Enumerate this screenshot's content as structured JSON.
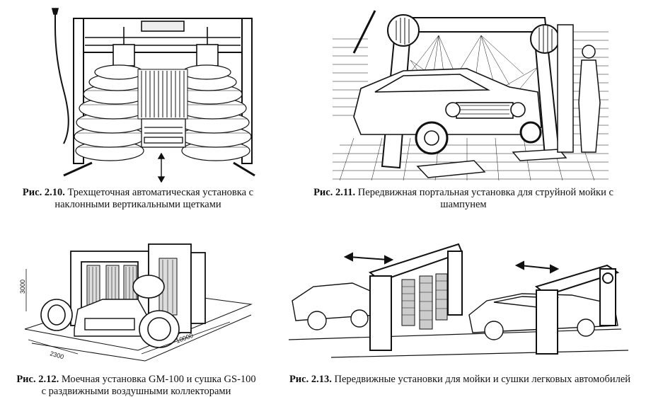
{
  "figures": [
    {
      "number": "Рис. 2.10.",
      "caption": "Трехщеточная автоматическая установка с наклонными вертикальными щетками"
    },
    {
      "number": "Рис. 2.11.",
      "caption": "Передвижная портальная установка для струйной мойки с шампунем"
    },
    {
      "number": "Рис. 2.12.",
      "caption": "Моечная установка GM-100 и сушка GS-100 с раздвижными воздушными коллекторами",
      "dimensions": [
        "2300",
        "10000",
        "3000"
      ]
    },
    {
      "number": "Рис. 2.13.",
      "caption": "Передвижные установки для мойки и сушки легковых автомобилей"
    }
  ]
}
